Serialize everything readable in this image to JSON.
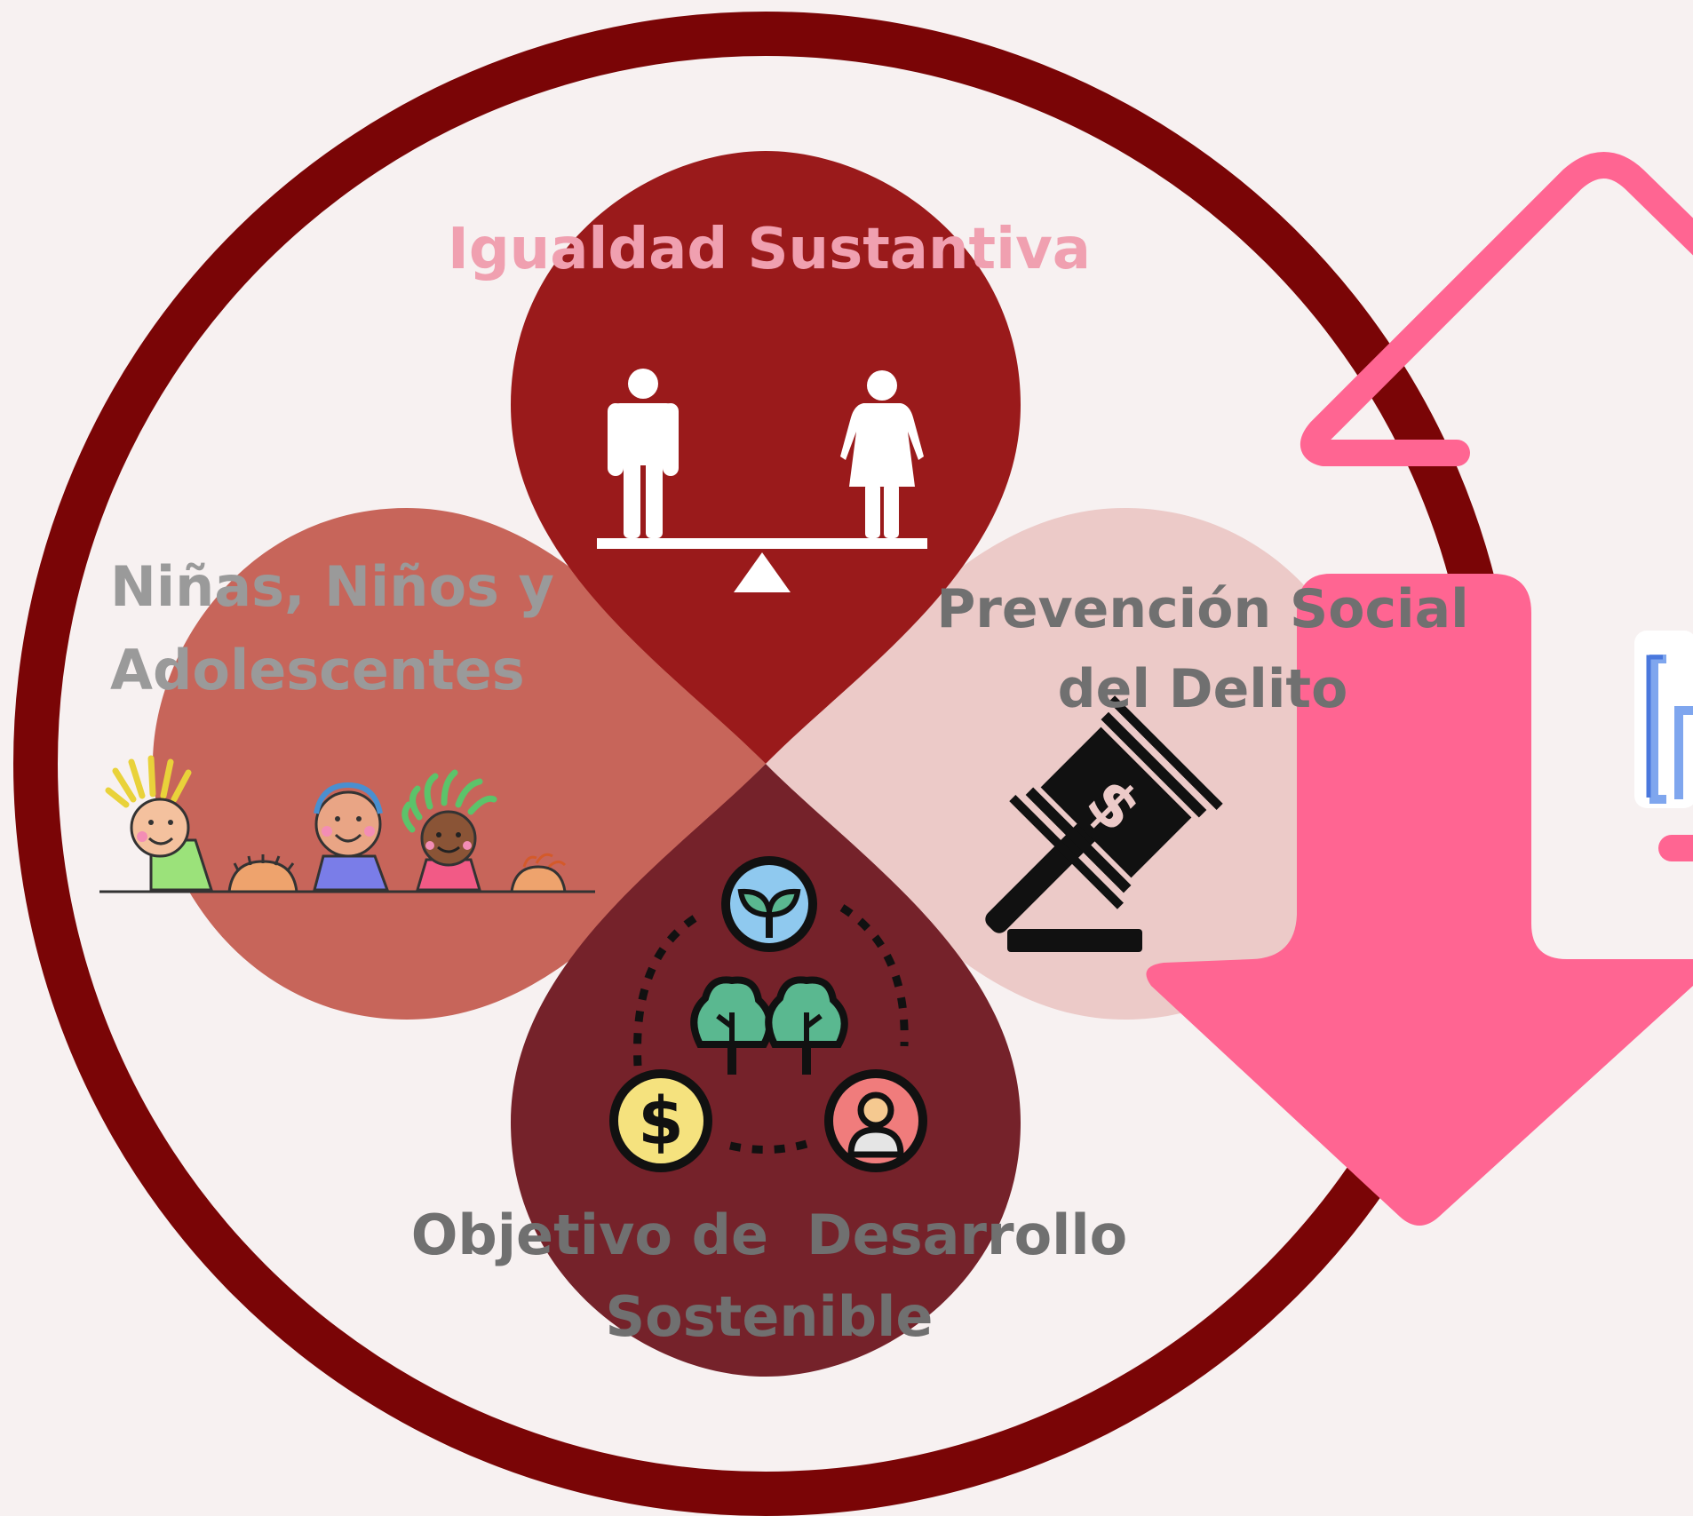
{
  "labels": {
    "top": "Igualdad Sustantiva",
    "left_line1": "Niñas, Niños y",
    "left_line2": "Adolescentes",
    "right_line1": "Prevención Social",
    "right_line2": "del Delito",
    "bottom_line1": "Objetivo de  Desarrollo",
    "bottom_line2": "Sostenible"
  },
  "icons": {
    "top": "gender-equality-scale-icon",
    "left": "children-group-icon",
    "right": "gavel-money-icon",
    "bottom": "sustainable-development-icon"
  },
  "colors": {
    "background": "#f7f1f1",
    "outer_ring": "#7a0506",
    "petal_top": "#9a1a1b",
    "petal_left": "#c7655a",
    "petal_right": "#eccac8",
    "petal_bottom": "#75222a",
    "arrow": "#ff6592",
    "title_top": "#f0a0b0",
    "title_gray": "#9a9a9a",
    "title_dark_gray": "#707070"
  }
}
